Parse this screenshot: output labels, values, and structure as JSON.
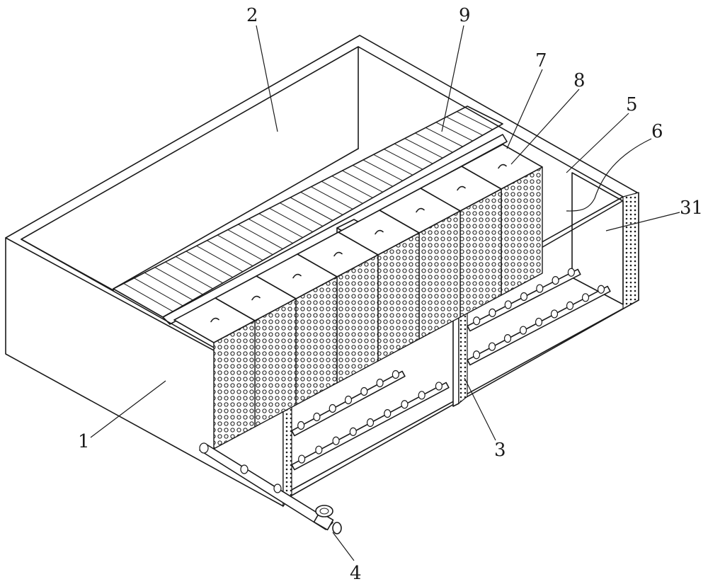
{
  "labels": {
    "l1": "1",
    "l2": "2",
    "l3": "3",
    "l4": "4",
    "l5": "5",
    "l6": "6",
    "l7": "7",
    "l8": "8",
    "l9": "9",
    "l31": "31"
  }
}
